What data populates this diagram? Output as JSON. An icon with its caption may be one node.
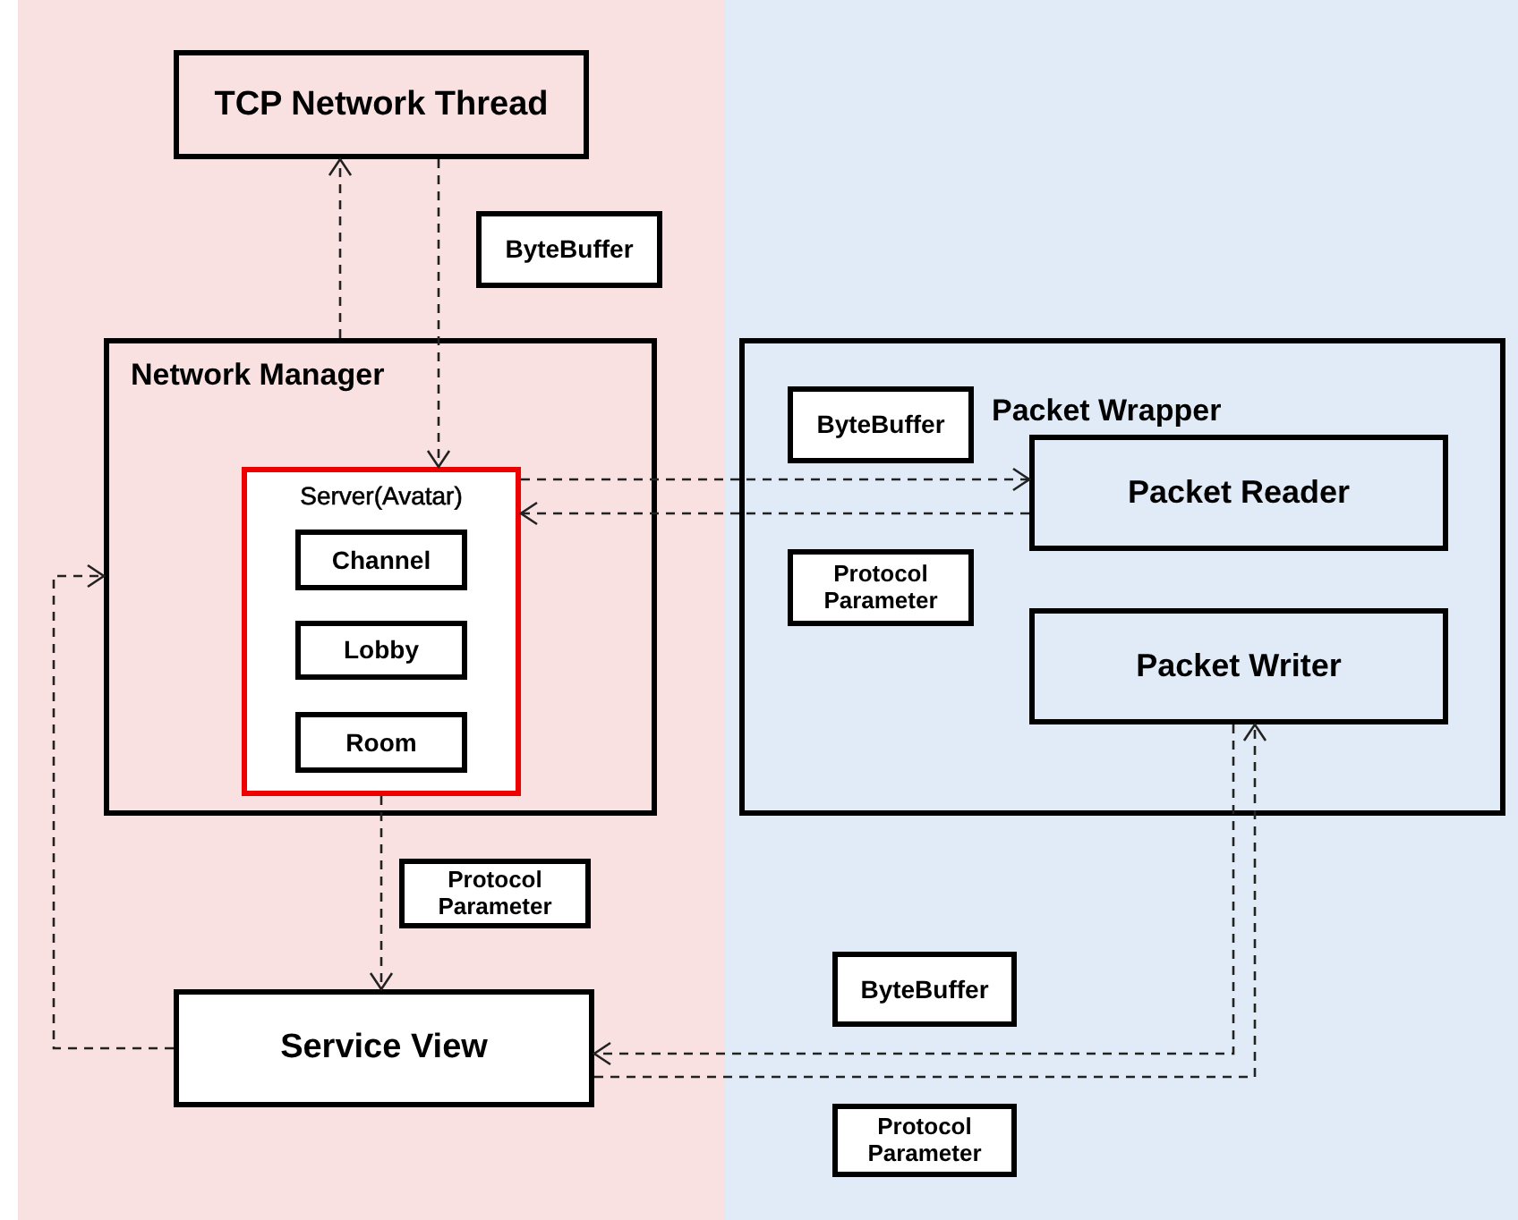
{
  "diagram": {
    "nodes": [
      {
        "text": [
          "TCP Network Thread"
        ]
      },
      {
        "text": [
          "ByteBuffer"
        ]
      },
      {
        "text": [
          "Network Manager"
        ]
      },
      {
        "text": [
          "Server(Avatar)"
        ],
        "in": 2
      },
      {
        "text": [
          "Channel"
        ],
        "in": 3
      },
      {
        "text": [
          "Lobby"
        ],
        "in": 3
      },
      {
        "text": [
          "Room"
        ],
        "in": 3
      },
      {
        "text": [
          "Packet Wrapper"
        ]
      },
      {
        "text": [
          "ByteBuffer"
        ],
        "in": 7
      },
      {
        "text": [
          "Packet Reader"
        ],
        "in": 7
      },
      {
        "text": [
          "Protocol Parameter"
        ],
        "in": 7
      },
      {
        "text": [
          "Packet Writer"
        ],
        "in": 7
      },
      {
        "text": [
          "Protocol Parameter"
        ]
      },
      {
        "text": [
          "Service View"
        ]
      },
      {
        "text": [
          "ByteBuffer"
        ]
      },
      {
        "text": [
          "Protocol Parameter"
        ]
      }
    ],
    "edges": [
      {
        "from": 2,
        "to": 0,
        "arrow": "to",
        "style": "dashed"
      },
      {
        "from": 0,
        "to": 3,
        "arrow": "to",
        "style": "dashed"
      },
      {
        "from": 3,
        "to": 9,
        "arrow": "to",
        "style": "dashed"
      },
      {
        "from": 9,
        "to": 3,
        "arrow": "to",
        "style": "dashed"
      },
      {
        "from": 3,
        "to": 13,
        "arrow": "to",
        "style": "dashed"
      },
      {
        "from": 13,
        "to": 2,
        "arrow": "to",
        "style": "dashed"
      },
      {
        "from": 11,
        "to": 13,
        "arrow": "to",
        "style": "dashed"
      },
      {
        "from": 13,
        "to": 11,
        "arrow": "to",
        "style": "dashed"
      }
    ]
  }
}
